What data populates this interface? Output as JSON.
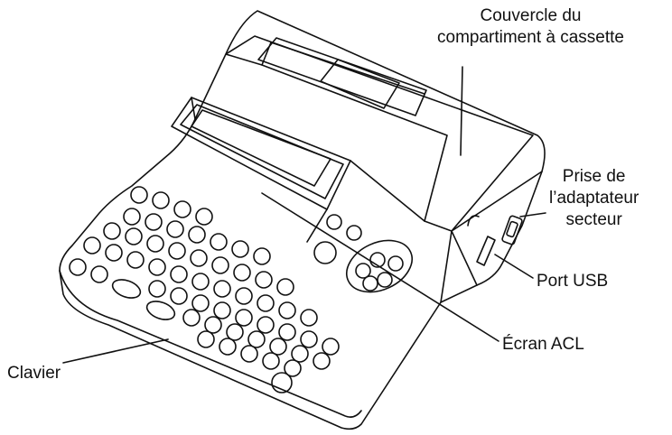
{
  "labels": {
    "cover": {
      "line1": "Couvercle du",
      "line2": "compartiment à cassette"
    },
    "adapter": {
      "line1": "Prise de",
      "line2": "l’adaptateur",
      "line3": "secteur"
    },
    "usb": "Port USB",
    "lcd": "Écran ACL",
    "keyboard": "Clavier"
  },
  "colors": {
    "stroke": "#111111",
    "background": "#ffffff"
  }
}
